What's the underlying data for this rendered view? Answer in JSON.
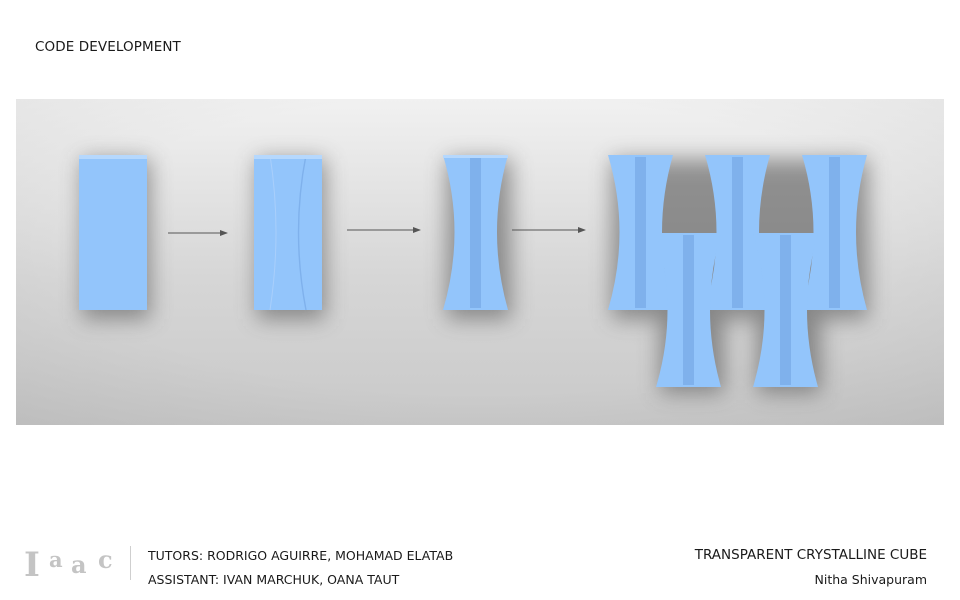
{
  "header": {
    "section_title": "CODE DEVELOPMENT"
  },
  "figure": {
    "steps": [
      {
        "shape": "rectangular-prism"
      },
      {
        "shape": "prism-with-curved-sides"
      },
      {
        "shape": "hyperbolic-waisted-prism"
      },
      {
        "shape": "interlocked-assembly",
        "units": 5
      }
    ],
    "colors": {
      "form_fill": "#93c5fb",
      "form_shade": "#7fb1ec",
      "form_highlight": "#b6d8fd",
      "background_light": "#f2f2f2",
      "background_dark": "#c6c6c6",
      "arrow": "#555555"
    }
  },
  "footer": {
    "logo_text": "Iaac",
    "tutors": "TUTORS: RODRIGO AGUIRRE, MOHAMAD ELATAB",
    "assistant": "ASSISTANT: IVAN MARCHUK, OANA TAUT",
    "project_title": "TRANSPARENT CRYSTALLINE CUBE",
    "author": "Nitha Shivapuram"
  }
}
